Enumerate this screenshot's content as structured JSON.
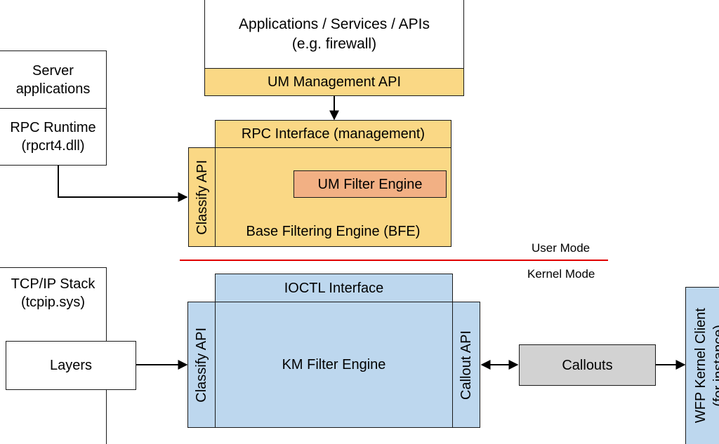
{
  "user_mode": {
    "apps": {
      "line1": "Applications / Services / APIs",
      "line2": "(e.g. firewall)"
    },
    "um_mgmt_api": "UM Management API",
    "server": {
      "line1": "Server",
      "line2": "applications"
    },
    "rpc_runtime": {
      "line1": "RPC Runtime",
      "line2": "(rpcrt4.dll)"
    },
    "rpc_interface": "RPC Interface (management)",
    "classify_api": "Classify API",
    "um_filter_engine": "UM Filter Engine",
    "bfe": "Base Filtering Engine (BFE)"
  },
  "divider": {
    "user": "User Mode",
    "kernel": "Kernel Mode",
    "color": "#e00000"
  },
  "kernel_mode": {
    "tcpip": {
      "line1": "TCP/IP Stack",
      "line2": "(tcpip.sys)"
    },
    "layers": "Layers",
    "ioctl": "IOCTL Interface",
    "classify_api": "Classify API",
    "km_filter_engine": "KM Filter Engine",
    "callout_api": "Callout API",
    "callouts": "Callouts",
    "wfp_client": {
      "line1": "WFP Kernel Client",
      "line2": "(for instance)"
    }
  }
}
